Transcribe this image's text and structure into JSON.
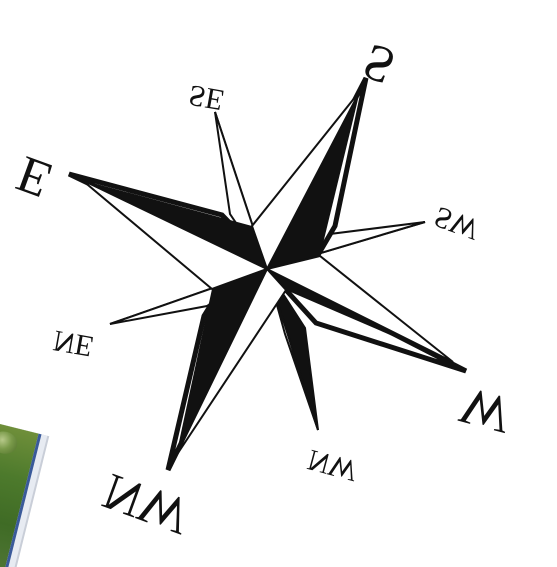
{
  "compass": {
    "directions": {
      "s": "S",
      "se": "SE",
      "e": "E",
      "ne": "NE",
      "nw_lower": "NW",
      "nw": "NW",
      "w": "W",
      "sw": "SW"
    },
    "colors": {
      "ink": "#111111",
      "paper": "#ffffff"
    }
  },
  "map_fragment": {
    "icon": "map-thumbnail-icon"
  }
}
